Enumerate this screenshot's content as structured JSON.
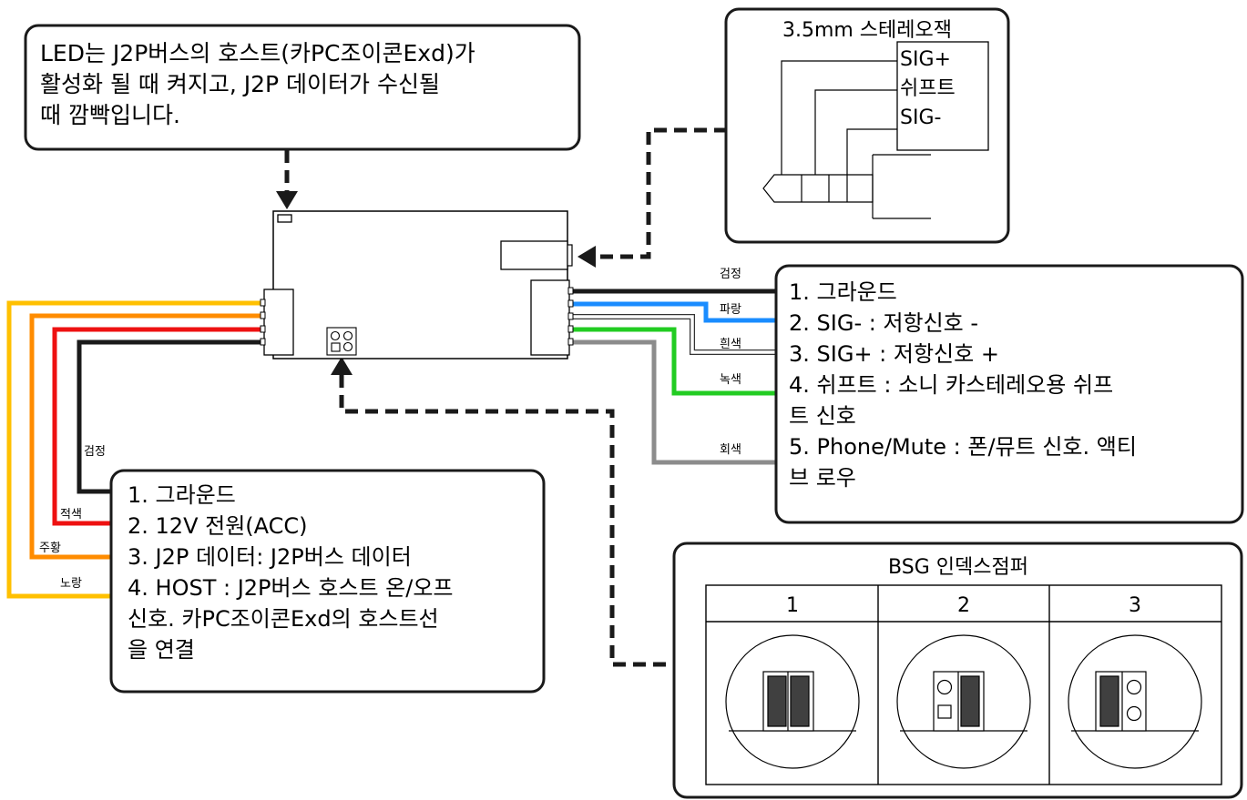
{
  "led_note": {
    "lines": [
      "LED는 J2P버스의 호스트(카PC조이콘Exd)가",
      "활성화 될 때 켜지고, J2P 데이터가 수신될",
      "때 깜빡입니다."
    ]
  },
  "stereo_jack": {
    "title": "3.5mm 스테레오잭",
    "pins": [
      "SIG+",
      "쉬프트",
      "SIG-"
    ]
  },
  "right_wires": {
    "labels": [
      "검정",
      "파랑",
      "흰색",
      "녹색",
      "회색"
    ],
    "colors": [
      "#1a1a1a",
      "#1a8cff",
      "#ffffff",
      "#22cc22",
      "#8c8c8c"
    ],
    "description_lines": [
      "1. 그라운드",
      "2. SIG- : 저항신호 -",
      "3. SIG+ : 저항신호 +",
      "4. 쉬프트 : 소니 카스테레오용 쉬프",
      "트 신호",
      "5. Phone/Mute : 폰/뮤트 신호. 액티",
      "브 로우"
    ]
  },
  "left_wires": {
    "labels": [
      "노랑",
      "주황",
      "적색",
      "검정"
    ],
    "colors": [
      "#ffc000",
      "#ff8c00",
      "#ee1111",
      "#1a1a1a"
    ],
    "description_lines": [
      "1. 그라운드",
      "2. 12V 전원(ACC)",
      "3. J2P 데이터: J2P버스 데이터",
      "4. HOST : J2P버스 호스트 온/오프",
      "신호. 카PC조이콘Exd의 호스트선",
      "을 연결"
    ]
  },
  "bsg_jumper": {
    "title": "BSG 인덱스점퍼",
    "columns": [
      "1",
      "2",
      "3"
    ]
  }
}
